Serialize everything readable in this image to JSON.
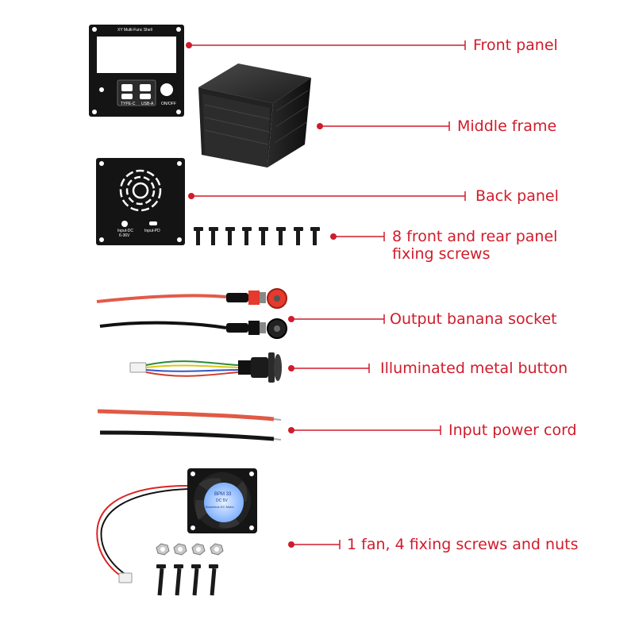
{
  "colors": {
    "accent": "#d11b2b",
    "metal": "#1a1a1a"
  },
  "labels": {
    "front_panel": "Front panel",
    "middle_frame": "Middle frame",
    "back_panel": "Back panel",
    "screws_line1": "8 front and rear panel",
    "screws_line2": "fixing screws",
    "output_socket": "Output banana socket",
    "metal_button": "Illuminated metal button",
    "power_cord": "Input power cord",
    "fan_kit": "1 fan, 4 fixing screws and nuts"
  },
  "front_panel_print": {
    "title": "XY Multi-Func Shell",
    "type_c": "TYPE-C",
    "usb_a": "USB-A",
    "on_off": "ON/OFF"
  },
  "back_panel_print": {
    "input_dc": "Input-DC",
    "input_dc_range": "6-36V",
    "input_pd": "Input-PD"
  },
  "fan_sticker": {
    "line1": "BPM 33",
    "line2": "DC 5V",
    "line3": "Brushless DC Motor"
  },
  "icons": [
    "front-panel-photo",
    "middle-frame-photo",
    "back-panel-photo",
    "screw-icon",
    "banana-socket-photo",
    "metal-button-photo",
    "power-cord-photo",
    "fan-photo",
    "nut-icon"
  ]
}
